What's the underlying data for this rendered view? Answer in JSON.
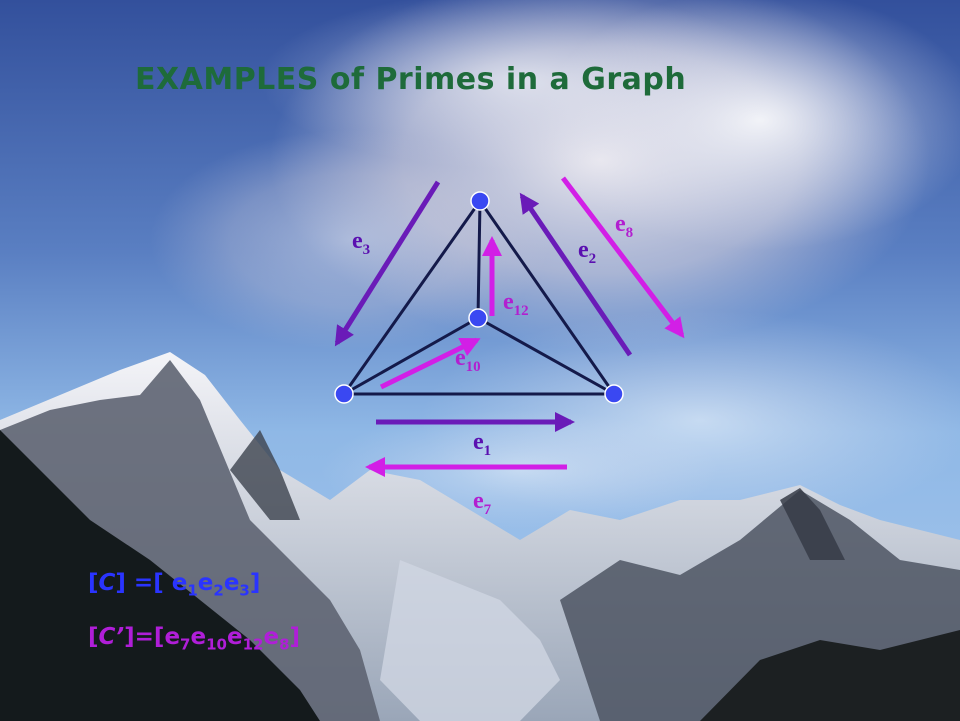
{
  "title": "EXAMPLES of Primes in a Graph",
  "colors": {
    "edge": "#141a4a",
    "vertex": "#3a48f2",
    "arrow_violet": "#6a1bb8",
    "arrow_magenta": "#d21fe6",
    "label_violet": "#5a10b0",
    "label_magenta": "#b21fd0",
    "eq1": "#2a34ff",
    "eq2": "#b01ed8",
    "title": "#1e6b3a"
  },
  "diagram": {
    "labels": {
      "e3": {
        "base": "e",
        "sub": "3"
      },
      "e2": {
        "base": "e",
        "sub": "2"
      },
      "e8": {
        "base": "e",
        "sub": "8"
      },
      "e12": {
        "base": "e",
        "sub": "12"
      },
      "e10": {
        "base": "e",
        "sub": "10"
      },
      "e1": {
        "base": "e",
        "sub": "1"
      },
      "e7": {
        "base": "e",
        "sub": "7"
      }
    }
  },
  "equations": {
    "c": {
      "open": "[",
      "var": "C",
      "close": "] =[ ",
      "terms": [
        {
          "b": "e",
          "s": "1"
        },
        {
          "b": "e",
          "s": "2"
        },
        {
          "b": "e",
          "s": "3"
        }
      ],
      "end": "]"
    },
    "c_prime": {
      "open": "[",
      "var": "C’",
      "close": "]=[",
      "terms": [
        {
          "b": "e",
          "s": "7"
        },
        {
          "b": "e",
          "s": "10"
        },
        {
          "b": "e",
          "s": "12"
        },
        {
          "b": "e",
          "s": "8"
        }
      ],
      "end": "]"
    }
  }
}
